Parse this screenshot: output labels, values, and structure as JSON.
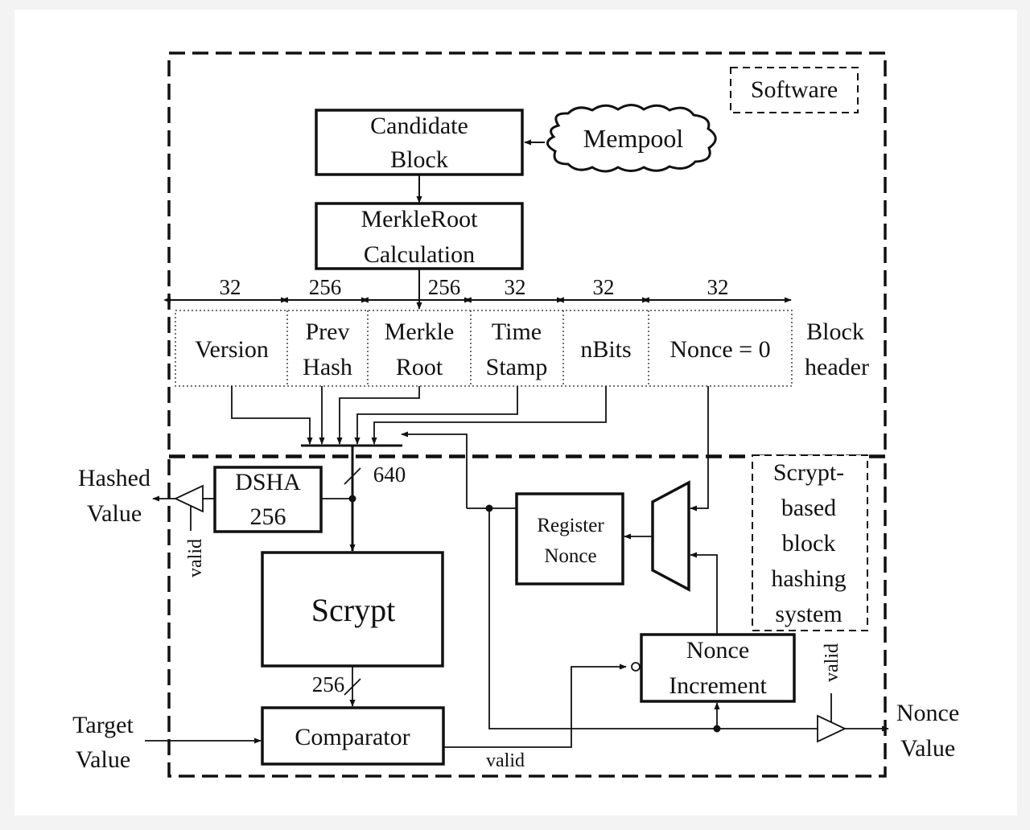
{
  "labels": {
    "software": "Software",
    "candidate_block_line1": "Candidate",
    "candidate_block_line2": "Block",
    "mempool": "Mempool",
    "merkle_calc_line1": "MerkleRoot",
    "merkle_calc_line2": "Calculation",
    "block_header_line1": "Block",
    "block_header_line2": "header",
    "bus_width": "640",
    "hashed_value_line1": "Hashed",
    "hashed_value_line2": "Value",
    "dsha_line1": "DSHA",
    "dsha_line2": "256",
    "valid_hashed": "valid",
    "scrypt": "Scrypt",
    "scrypt_out_width": "256",
    "register_nonce_line1": "Register",
    "register_nonce_line2": "Nonce",
    "scrypt_system_line1": "Scrypt-",
    "scrypt_system_line2": "based",
    "scrypt_system_line3": "block",
    "scrypt_system_line4": "hashing",
    "scrypt_system_line5": "system",
    "nonce_increment_line1": "Nonce",
    "nonce_increment_line2": "Increment",
    "valid_nonce": "valid",
    "target_value_line1": "Target",
    "target_value_line2": "Value",
    "comparator": "Comparator",
    "valid_comparator": "valid",
    "nonce_value_line1": "Nonce",
    "nonce_value_line2": "Value"
  },
  "header_fields": [
    {
      "bits": "32",
      "line1": "Version",
      "line2": ""
    },
    {
      "bits": "256",
      "line1": "Prev",
      "line2": "Hash"
    },
    {
      "bits": "256",
      "line1": "Merkle",
      "line2": "Root"
    },
    {
      "bits": "32",
      "line1": "Time",
      "line2": "Stamp"
    },
    {
      "bits": "32",
      "line1": "nBits",
      "line2": ""
    },
    {
      "bits": "32",
      "line1": "Nonce = 0",
      "line2": ""
    }
  ]
}
